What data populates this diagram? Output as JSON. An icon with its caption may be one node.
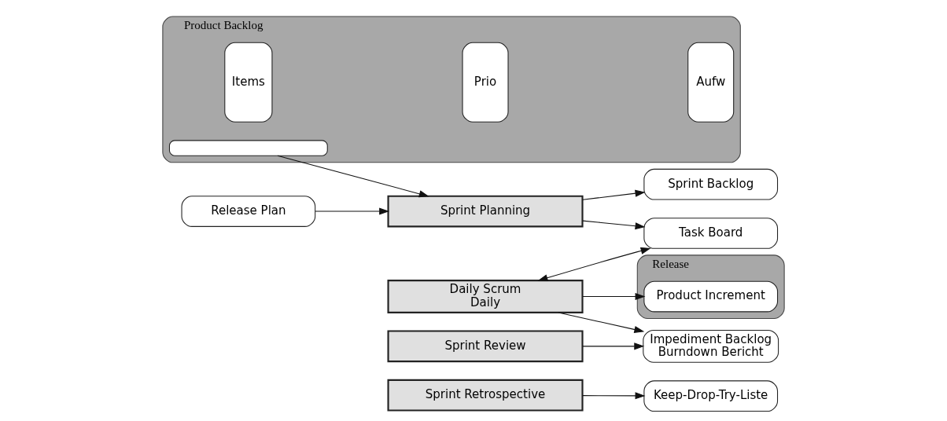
{
  "diagram": {
    "nodes": [
      {
        "text": [
          "Product Backlog"
        ]
      },
      {
        "text": [
          "Items"
        ],
        "in": 0
      },
      {
        "text": [
          "Prio"
        ],
        "in": 0
      },
      {
        "text": [
          "Aufw"
        ],
        "in": 0
      },
      {
        "text": [],
        "shape": "box",
        "in": 0
      },
      {
        "text": [
          "Release Plan"
        ]
      },
      {
        "text": [
          "Sprint Planning"
        ]
      },
      {
        "text": [
          "Daily Scrum",
          "Daily"
        ]
      },
      {
        "text": [
          "Sprint Review"
        ]
      },
      {
        "text": [
          "Sprint Retrospective"
        ]
      },
      {
        "text": [
          "Sprint Backlog"
        ]
      },
      {
        "text": [
          "Task Board"
        ]
      },
      {
        "text": [
          "Release"
        ]
      },
      {
        "text": [
          "Product Increment"
        ],
        "in": 12
      },
      {
        "text": [
          "Impediment Backlog",
          "Burndown Bericht"
        ]
      },
      {
        "text": [
          "Keep-Drop-Try-Liste"
        ]
      }
    ],
    "edges": [
      {
        "from": 4,
        "to": 6,
        "arrow": "to"
      },
      {
        "from": 5,
        "to": 6,
        "arrow": "to"
      },
      {
        "from": 6,
        "to": 10,
        "arrow": "to"
      },
      {
        "from": 6,
        "to": 11,
        "arrow": "to"
      },
      {
        "from": 11,
        "to": 7,
        "arrow": "both"
      },
      {
        "from": 7,
        "to": 13,
        "arrow": "to"
      },
      {
        "from": 7,
        "to": 14,
        "arrow": "to"
      },
      {
        "from": 8,
        "to": 14,
        "arrow": "to"
      },
      {
        "from": 9,
        "to": 15,
        "arrow": "to"
      }
    ]
  }
}
